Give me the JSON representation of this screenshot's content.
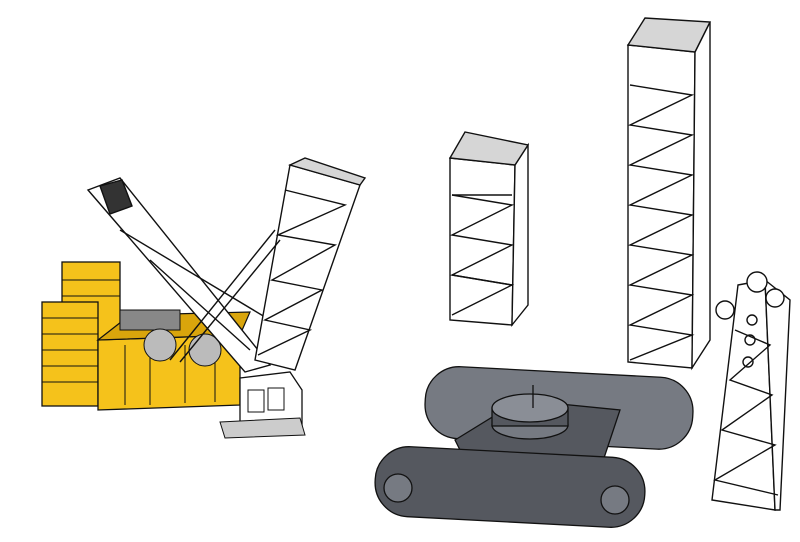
{
  "colors": {
    "crane_body": "#f5c21b",
    "crane_body_shade": "#d9a50c",
    "crawler": "#55585f",
    "crawler_light": "#767a82",
    "lattice_cap": "#d6d6d6",
    "outline": "#111111"
  },
  "components": [
    {
      "name": "crawler-crane-assembly",
      "icon": "crane-icon"
    },
    {
      "name": "lattice-boom-section-short",
      "icon": "lattice-section-icon"
    },
    {
      "name": "lattice-boom-section-long",
      "icon": "lattice-section-icon"
    },
    {
      "name": "crawler-undercarriage",
      "icon": "crawler-track-icon"
    },
    {
      "name": "boom-tip-section",
      "icon": "sheave-tip-icon"
    }
  ]
}
